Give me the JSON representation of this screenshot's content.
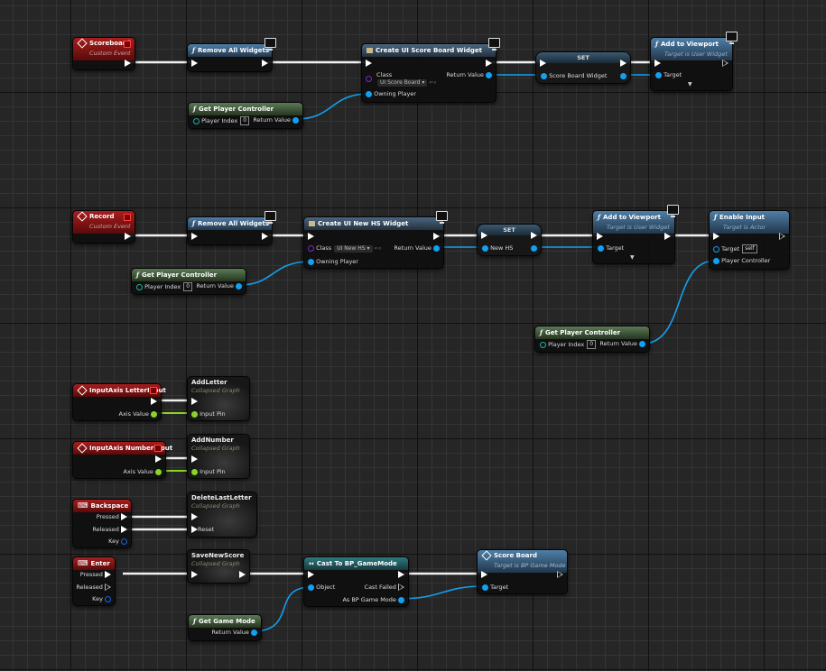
{
  "graph": {
    "nodes": {
      "scoreboard_event": {
        "title": "Scoreboard",
        "subtitle": "Custom Event"
      },
      "remove_all_widgets_1": {
        "title": "Remove All Widgets"
      },
      "create_score_board_widget": {
        "title": "Create UI Score Board Widget",
        "class_label": "Class",
        "class_value": "UI Score Board",
        "return_label": "Return Value",
        "owning_label": "Owning Player"
      },
      "set_1": {
        "title": "SET",
        "pin_label": "Score Board Widget"
      },
      "add_to_viewport_1": {
        "title": "Add to Viewport",
        "subtitle": "Target is User Widget",
        "target_label": "Target"
      },
      "get_player_controller_1": {
        "title": "Get Player Controller",
        "index_label": "Player Index",
        "index_value": "0",
        "return_label": "Return Value"
      },
      "record_event": {
        "title": "Record",
        "subtitle": "Custom Event"
      },
      "remove_all_widgets_2": {
        "title": "Remove All Widgets"
      },
      "create_new_hs_widget": {
        "title": "Create UI New HS Widget",
        "class_label": "Class",
        "class_value": "UI New HS",
        "return_label": "Return Value",
        "owning_label": "Owning Player"
      },
      "set_2": {
        "title": "SET",
        "pin_label": "New HS"
      },
      "add_to_viewport_2": {
        "title": "Add to Viewport",
        "subtitle": "Target is User Widget",
        "target_label": "Target"
      },
      "enable_input": {
        "title": "Enable Input",
        "subtitle": "Target is Actor",
        "target_label": "Target",
        "target_value": "self",
        "pc_label": "Player Controller"
      },
      "get_player_controller_2": {
        "title": "Get Player Controller",
        "index_label": "Player Index",
        "index_value": "0",
        "return_label": "Return Value"
      },
      "get_player_controller_3": {
        "title": "Get Player Controller",
        "index_label": "Player Index",
        "index_value": "0",
        "return_label": "Return Value"
      },
      "inputaxis_letter": {
        "title": "InputAxis LetterInput",
        "axis_label": "Axis Value"
      },
      "add_letter": {
        "title": "AddLetter",
        "subtitle": "Collapsed Graph",
        "pin_label": "Input Pin"
      },
      "inputaxis_number": {
        "title": "InputAxis NumberInput",
        "axis_label": "Axis Value"
      },
      "add_number": {
        "title": "AddNumber",
        "subtitle": "Collapsed Graph",
        "pin_label": "Input Pin"
      },
      "backspace_key": {
        "title": "Backspace",
        "pressed": "Pressed",
        "released": "Released",
        "key": "Key"
      },
      "delete_last_letter": {
        "title": "DeleteLastLetter",
        "subtitle": "Collapsed Graph",
        "reset_label": "Reset"
      },
      "enter_key": {
        "title": "Enter",
        "pressed": "Pressed",
        "released": "Released",
        "key": "Key"
      },
      "save_new_score": {
        "title": "SaveNewScore",
        "subtitle": "Collapsed Graph"
      },
      "cast_to_gamemode": {
        "title": "Cast To BP_GameMode",
        "object_label": "Object",
        "failed_label": "Cast Failed",
        "as_label": "As BP Game Mode"
      },
      "score_board_call": {
        "title": "Score Board",
        "subtitle": "Target is BP Game Mode",
        "target_label": "Target"
      },
      "get_game_mode": {
        "title": "Get Game Mode",
        "return_label": "Return Value"
      }
    },
    "colors": {
      "exec_wire": "#ffffff",
      "object_wire": "#12a0f0",
      "float_wire": "#8ad42a",
      "event_header": "#a81e1e",
      "function_header": "#4f7fa8",
      "pure_header": "#5b7a55",
      "cast_header": "#2e7a80",
      "background": "#262626"
    }
  }
}
